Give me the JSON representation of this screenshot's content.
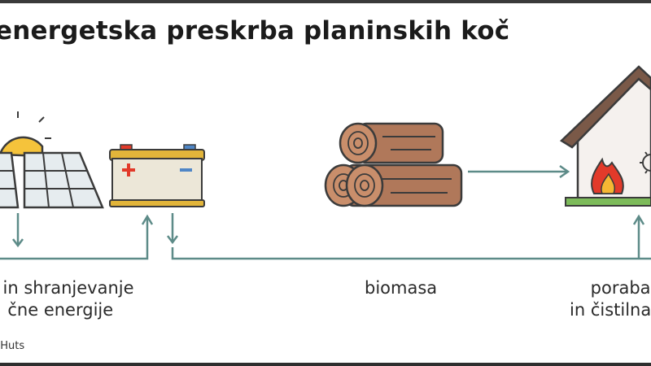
{
  "title": "energetska preskrba planinskih koč",
  "labels": {
    "solar_line1": "a in shranjevanje",
    "solar_line2": "čne energije",
    "biomass": "biomasa",
    "use_line1": "poraba",
    "use_line2": "in čistilna"
  },
  "source": "nHuts",
  "icons": [
    "sun-icon",
    "solar-panel-icon",
    "battery-icon",
    "firewood-logs-icon",
    "house-fire-icon"
  ],
  "colors": {
    "arrow": "#5d8b88",
    "outline": "#4a3a30",
    "sun": "#f5c33b",
    "panel": "#e6ecef",
    "battery_body": "#ece7d8",
    "battery_rim": "#e2b53a",
    "wood": "#b0785a",
    "wood_end": "#c98e6b",
    "roof": "#7a5948",
    "flame_outer": "#e23a2a",
    "flame_inner": "#f6b733",
    "grass": "#7dbb5a"
  }
}
